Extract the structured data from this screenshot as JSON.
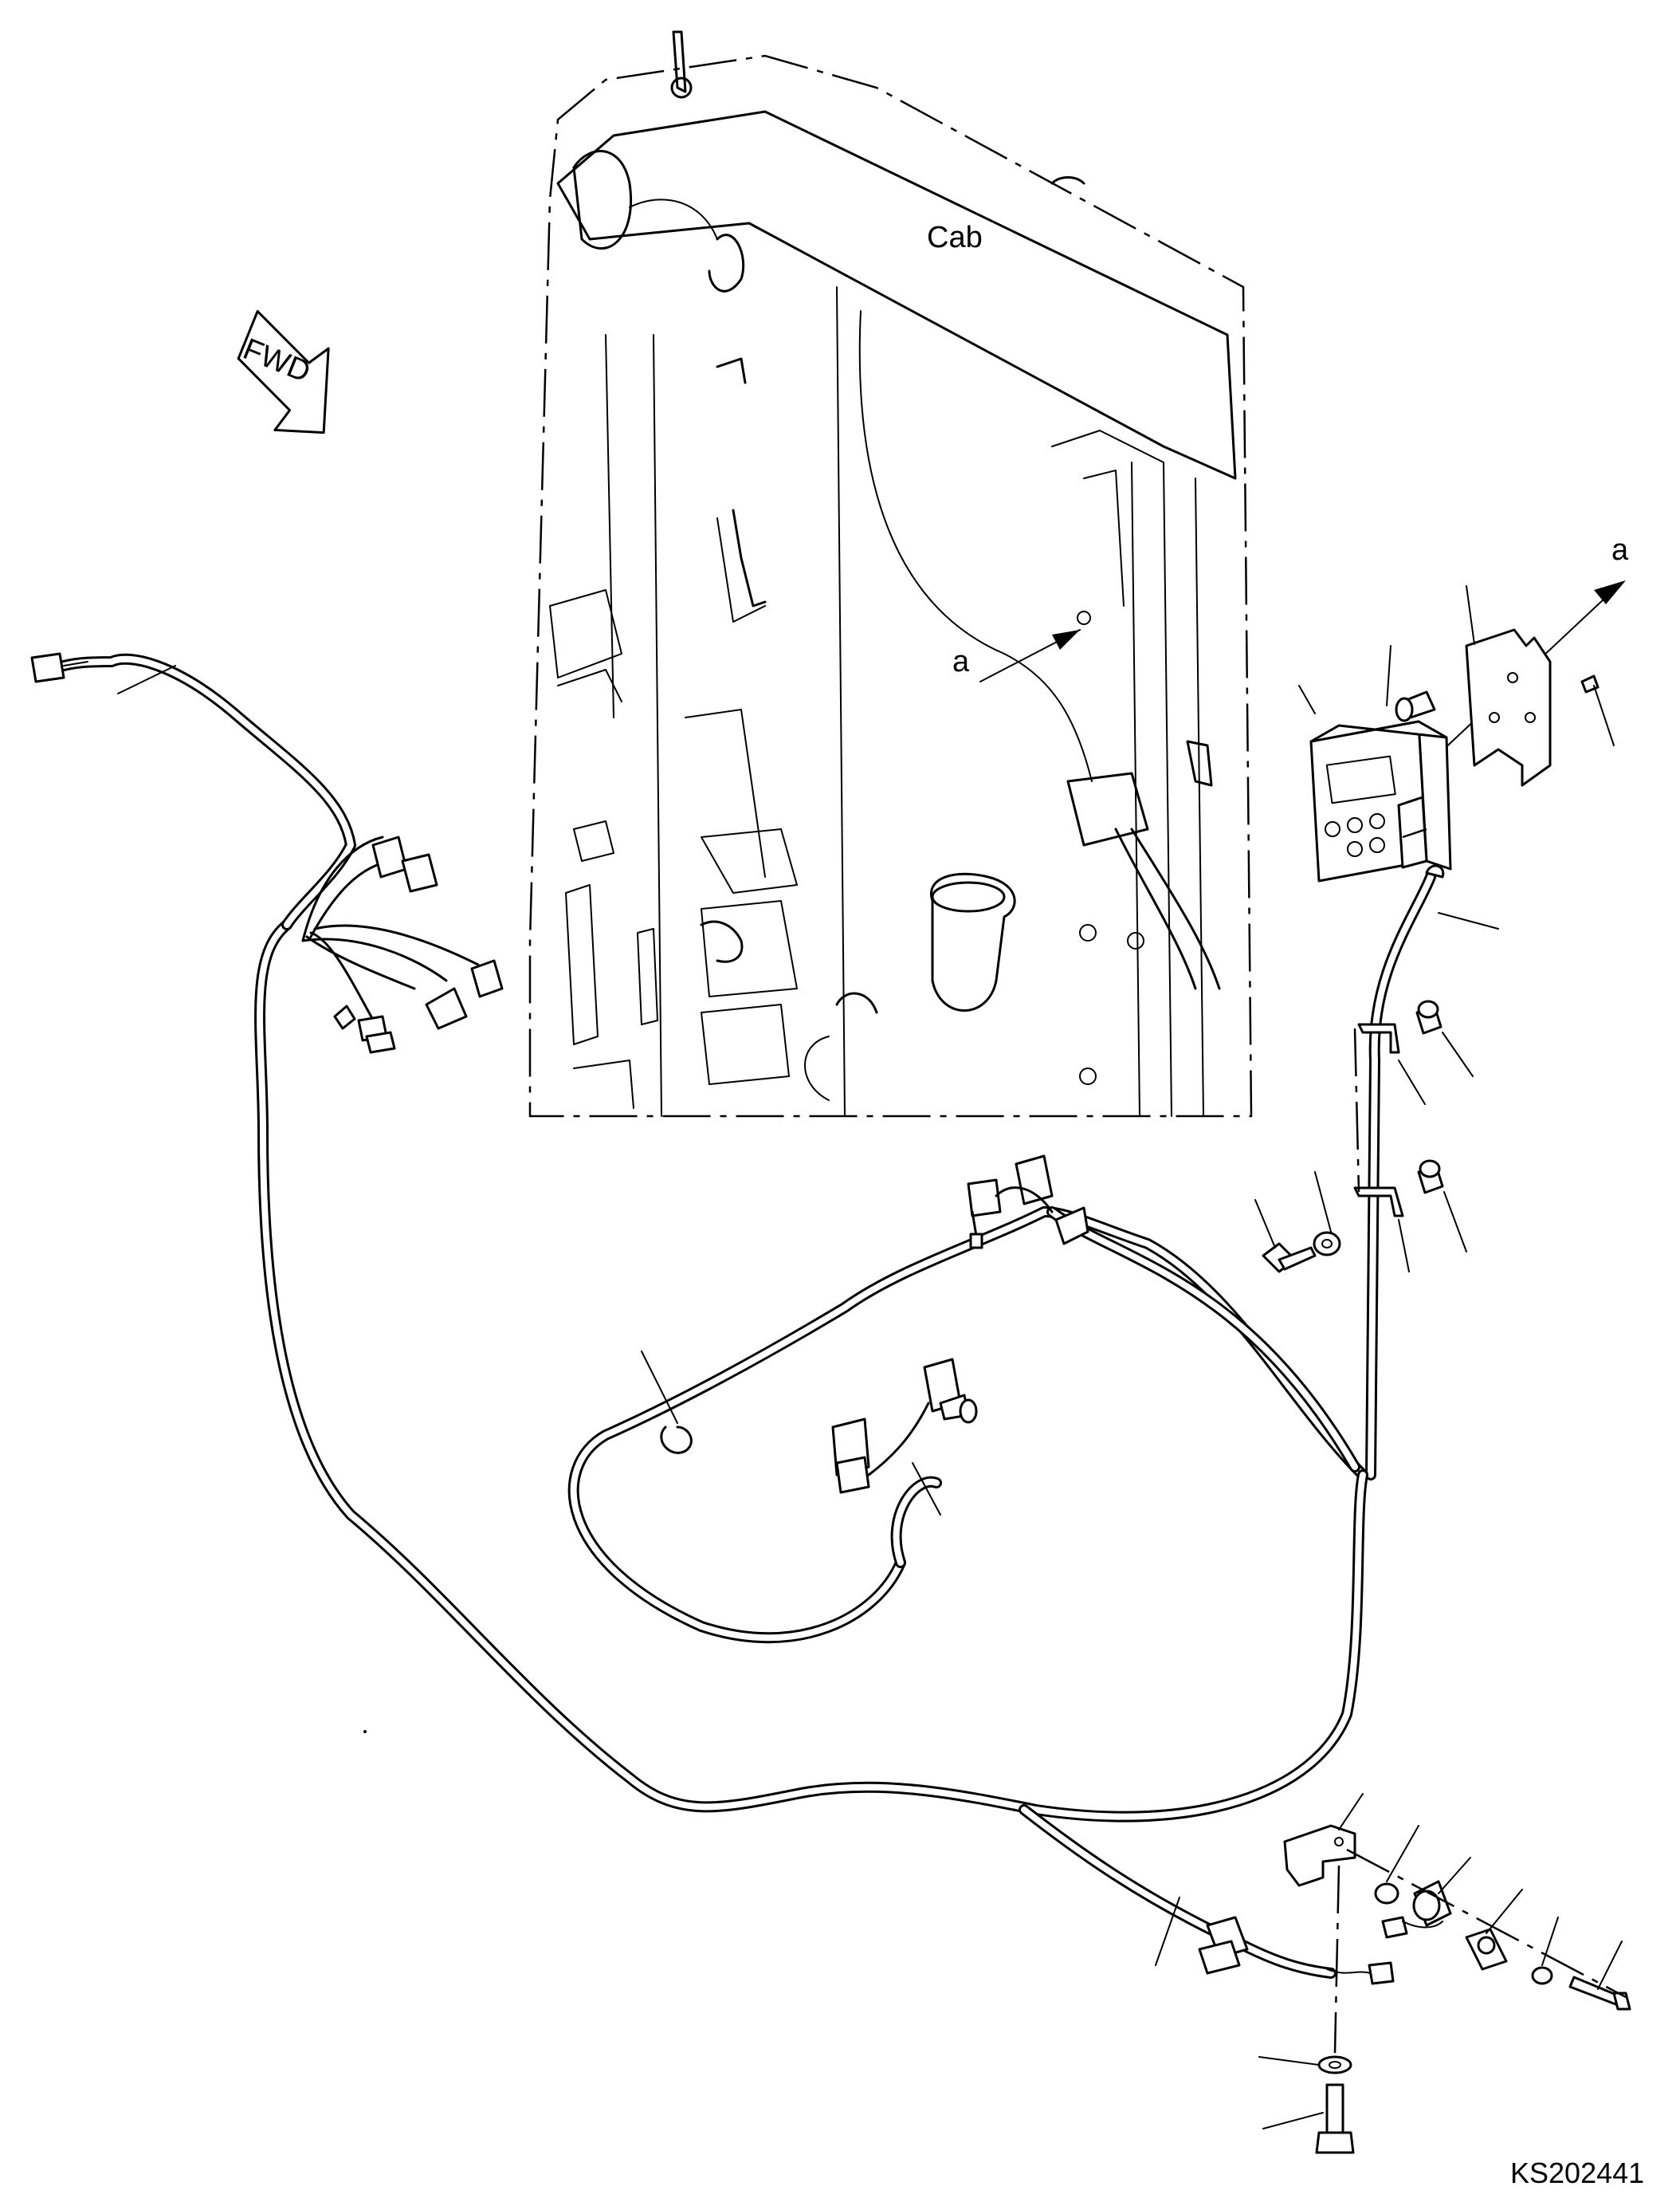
{
  "labels": {
    "cab": "Cab",
    "fwd": "FWD",
    "view_a_upper": "a",
    "view_a_lower": "a"
  },
  "figure_code": "KS202441"
}
